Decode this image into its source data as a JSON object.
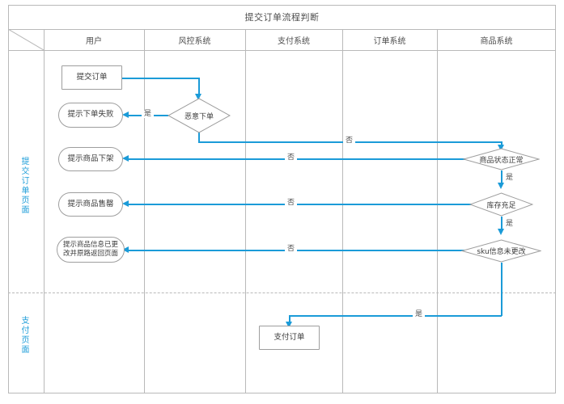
{
  "diagram": {
    "title": "提交订单流程判断",
    "columns": [
      {
        "label": "用户"
      },
      {
        "label": "风控系统"
      },
      {
        "label": "支付系统"
      },
      {
        "label": "订单系统"
      },
      {
        "label": "商品系统"
      }
    ],
    "lanes": [
      {
        "label": "提交订单页面"
      },
      {
        "label": "支付页面"
      }
    ],
    "nodes": [
      {
        "id": "submit-order",
        "label": "提交订单",
        "shape": "rect",
        "lane": "提交订单页面",
        "column": "用户"
      },
      {
        "id": "tip-order-failed",
        "label": "提示下单失败",
        "shape": "rounded",
        "lane": "提交订单页面",
        "column": "用户"
      },
      {
        "id": "tip-item-removed",
        "label": "提示商品下架",
        "shape": "rounded",
        "lane": "提交订单页面",
        "column": "用户"
      },
      {
        "id": "tip-item-soldout",
        "label": "提示商品售罄",
        "shape": "rounded",
        "lane": "提交订单页面",
        "column": "用户"
      },
      {
        "id": "tip-item-changed-line1",
        "label": "提示商品信息已更",
        "shape": "rounded",
        "lane": "提交订单页面",
        "column": "用户"
      },
      {
        "id": "tip-item-changed-line2",
        "label": "改并原路返回页面",
        "shape": "rounded",
        "lane": "提交订单页面",
        "column": "用户"
      },
      {
        "id": "malicious-order",
        "label": "恶意下单",
        "shape": "diamond",
        "lane": "提交订单页面",
        "column": "风控系统"
      },
      {
        "id": "item-status-ok",
        "label": "商品状态正常",
        "shape": "diamond",
        "lane": "提交订单页面",
        "column": "商品系统"
      },
      {
        "id": "stock-enough",
        "label": "库存充足",
        "shape": "diamond",
        "lane": "提交订单页面",
        "column": "商品系统"
      },
      {
        "id": "sku-unchanged",
        "label": "sku信息未更改",
        "shape": "diamond",
        "lane": "提交订单页面",
        "column": "商品系统"
      },
      {
        "id": "pay-order",
        "label": "支付订单",
        "shape": "rect",
        "lane": "支付页面",
        "column": "支付系统"
      }
    ],
    "edges": [
      {
        "id": "e-submit-to-malicious",
        "from": "submit-order",
        "to": "malicious-order",
        "label": ""
      },
      {
        "id": "e-malicious-yes",
        "from": "malicious-order",
        "to": "tip-order-failed",
        "label": "是"
      },
      {
        "id": "e-malicious-no",
        "from": "malicious-order",
        "to": "item-status-ok",
        "label": "否"
      },
      {
        "id": "e-status-no",
        "from": "item-status-ok",
        "to": "tip-item-removed",
        "label": "否"
      },
      {
        "id": "e-status-yes",
        "from": "item-status-ok",
        "to": "stock-enough",
        "label": "是"
      },
      {
        "id": "e-stock-no",
        "from": "stock-enough",
        "to": "tip-item-soldout",
        "label": "否"
      },
      {
        "id": "e-stock-yes",
        "from": "stock-enough",
        "to": "sku-unchanged",
        "label": "是"
      },
      {
        "id": "e-sku-no",
        "from": "sku-unchanged",
        "to": "tip-item-changed-line1",
        "label": "否"
      },
      {
        "id": "e-sku-yes",
        "from": "sku-unchanged",
        "to": "pay-order",
        "label": "是"
      }
    ],
    "colors": {
      "connector": "#1b9bd8",
      "lane_label": "#1f9ed9",
      "node_border": "#9e9e9e",
      "grid": "#b9b9b9",
      "text": "#3c3c3c"
    }
  }
}
